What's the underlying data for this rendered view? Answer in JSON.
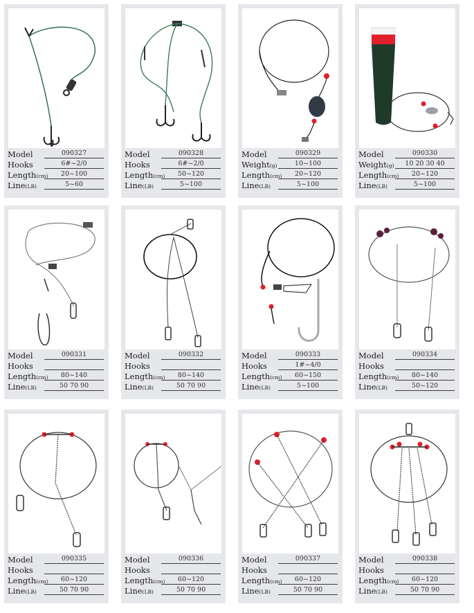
{
  "labels": {
    "model": "Model",
    "hooks": "Hooks",
    "weight": "Weight",
    "weight_unit": "(g)",
    "length": "Length",
    "length_unit": "(cm)",
    "line": "Line",
    "line_unit": "(LB)"
  },
  "products": [
    {
      "model": "090327",
      "second_label": "hooks",
      "second": "6#~2/0",
      "length": "20~100",
      "line": "5~60"
    },
    {
      "model": "090328",
      "second_label": "hooks",
      "second": "6#~2/0",
      "length": "50~120",
      "line": "5~100"
    },
    {
      "model": "090329",
      "second_label": "weight",
      "second": "10~100",
      "length": "20~120",
      "line": "5~100"
    },
    {
      "model": "090330",
      "second_label": "weight",
      "second": "10  20  30  40",
      "length": "20~120",
      "line": "5~100"
    },
    {
      "model": "090331",
      "second_label": "hooks",
      "second": "",
      "length": "80~140",
      "line": "50  70  90"
    },
    {
      "model": "090332",
      "second_label": "hooks",
      "second": "",
      "length": "80~140",
      "line": "50  70  90"
    },
    {
      "model": "090333",
      "second_label": "hooks",
      "second": "1#~4/0",
      "length": "60~150",
      "line": "5~100"
    },
    {
      "model": "090334",
      "second_label": "hooks",
      "second": "",
      "length": "80~140",
      "line": "50~120"
    },
    {
      "model": "090335",
      "second_label": "hooks",
      "second": "",
      "length": "60~120",
      "line": "50  70  90"
    },
    {
      "model": "090336",
      "second_label": "hooks",
      "second": "",
      "length": "60~120",
      "line": "50  70  90"
    },
    {
      "model": "090337",
      "second_label": "hooks",
      "second": "",
      "length": "60~120",
      "line": "50  70  90"
    },
    {
      "model": "090338",
      "second_label": "hooks",
      "second": "",
      "length": "60~120",
      "line": "50  70  90"
    }
  ],
  "colors": {
    "card_bg": "#e6e7ea",
    "bead_red": "#e0202a",
    "sinker": "#2f3a44",
    "float_green": "#1f3a2a",
    "wire_green": "#3c7a5a",
    "bead_purple": "#5a1f3e"
  }
}
